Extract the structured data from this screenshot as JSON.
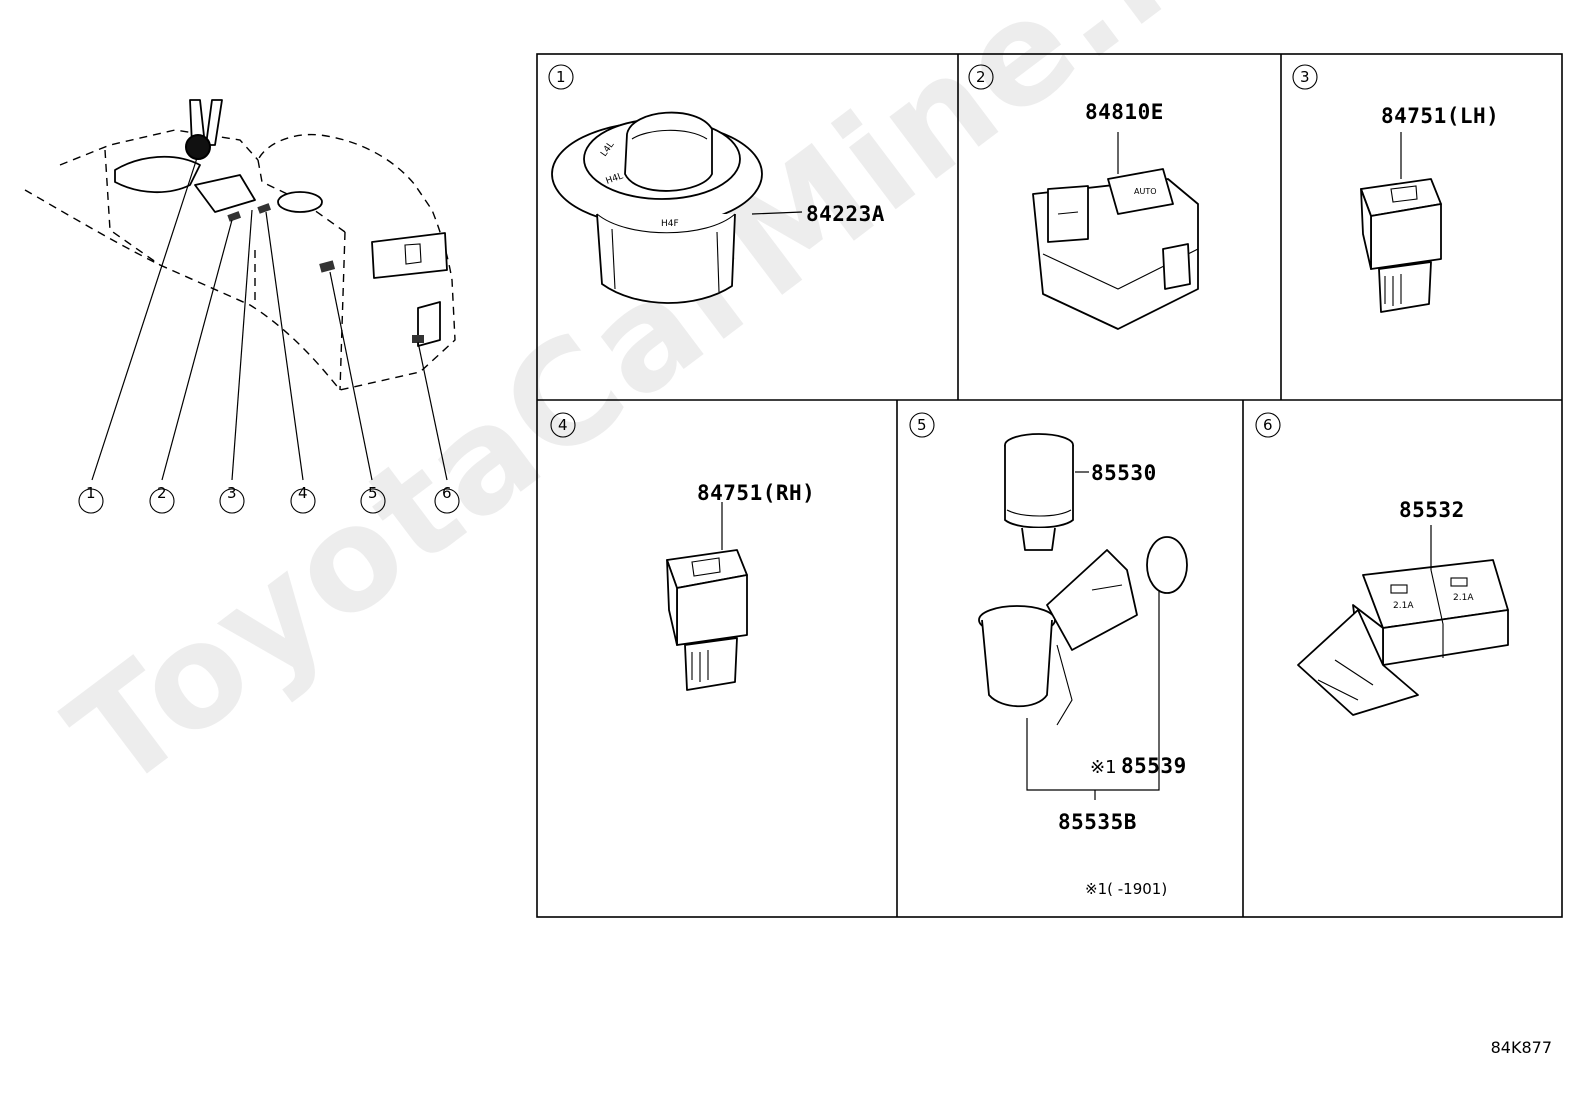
{
  "watermark": "ToyotaCarMine.ru",
  "diagram_id": "84K877",
  "overview": {
    "callouts": [
      "1",
      "2",
      "3",
      "4",
      "5",
      "6"
    ]
  },
  "cells": [
    {
      "num": "1",
      "parts": [
        "84223A"
      ]
    },
    {
      "num": "2",
      "parts": [
        "84810E"
      ]
    },
    {
      "num": "3",
      "parts": [
        "84751(LH)"
      ]
    },
    {
      "num": "4",
      "parts": [
        "84751(RH)"
      ]
    },
    {
      "num": "5",
      "parts": [
        "85530",
        "85539",
        "85535B"
      ],
      "mark": "※1",
      "footnote": "※1(      -1901)"
    },
    {
      "num": "6",
      "parts": [
        "85532"
      ]
    }
  ],
  "part_labels": {
    "knob": [
      "L4L",
      "H4L",
      "H4F"
    ],
    "switch_auto": "AUTO",
    "usb_rating": [
      "2.1A",
      "2.1A"
    ]
  }
}
